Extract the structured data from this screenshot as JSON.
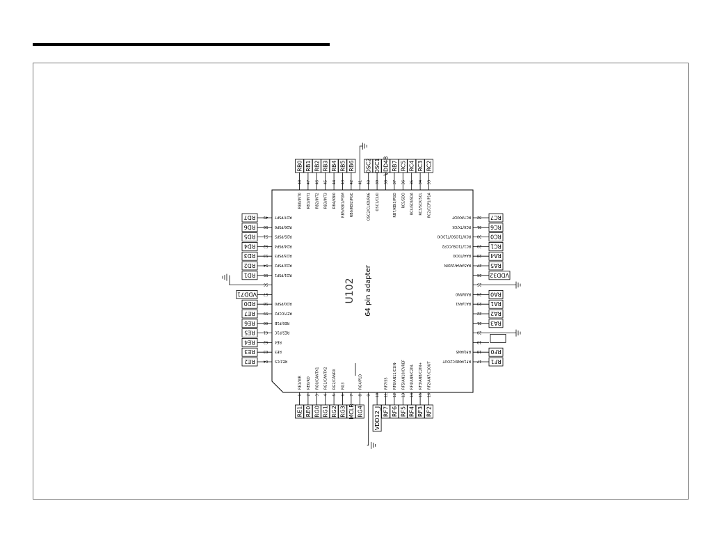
{
  "page": {
    "title_bar": ""
  },
  "chip": {
    "ref": "U102",
    "value": "64 pin adapter"
  },
  "top_pins": [
    {
      "num": "48",
      "label": "RB0/INT0",
      "net": "RB0"
    },
    {
      "num": "47",
      "label": "RB1/INT1",
      "net": "RB1"
    },
    {
      "num": "46",
      "label": "RB2/INT2",
      "net": "RB2"
    },
    {
      "num": "45",
      "label": "RB3/INT3",
      "net": "RB3"
    },
    {
      "num": "44",
      "label": "RB4/KBI0",
      "net": "RB4"
    },
    {
      "num": "43",
      "label": "RB5/KBI1/PGM",
      "net": "RB5"
    },
    {
      "num": "42",
      "label": "RB6/KBI2/PGC",
      "net": "RB6"
    },
    {
      "num": "41",
      "label": "",
      "net": ""
    },
    {
      "num": "40",
      "label": "OSC2/CLKO/RA6",
      "net": "OSC2"
    },
    {
      "num": "39",
      "label": "OSC1/CLKI",
      "net": "OSC1"
    },
    {
      "num": "38",
      "label": "",
      "net": "VDD48"
    },
    {
      "num": "37",
      "label": "RB7/KBI3/PGD",
      "net": "RB7"
    },
    {
      "num": "36",
      "label": "RC5/SDO",
      "net": "RC5"
    },
    {
      "num": "35",
      "label": "RC4/SDI/SDA",
      "net": "RC4"
    },
    {
      "num": "34",
      "label": "RC3/SCK/SCL",
      "net": "RC3"
    },
    {
      "num": "33",
      "label": "RC2/CCP1/P1A",
      "net": "RC2"
    }
  ],
  "left_pins": [
    {
      "num": "49",
      "label": "RD7/PSP7",
      "net": "RD7"
    },
    {
      "num": "50",
      "label": "RD6/PSP6",
      "net": "RD6"
    },
    {
      "num": "51",
      "label": "RD5/PSP5",
      "net": "RD5"
    },
    {
      "num": "52",
      "label": "RD4/PSP4",
      "net": "RD4"
    },
    {
      "num": "53",
      "label": "RD3/PSP3",
      "net": "RD3"
    },
    {
      "num": "54",
      "label": "RD2/PSP2",
      "net": "RD2"
    },
    {
      "num": "55",
      "label": "RD1/PSP1",
      "net": "RD1"
    },
    {
      "num": "56",
      "label": "",
      "net": ""
    },
    {
      "num": "57",
      "label": "",
      "net": "VDD71"
    },
    {
      "num": "58",
      "label": "RD0/PSP0",
      "net": "RD0"
    },
    {
      "num": "59",
      "label": "RE7/CCP2",
      "net": "RE7"
    },
    {
      "num": "60",
      "label": "RE6/P1B",
      "net": "RE6"
    },
    {
      "num": "61",
      "label": "RE5/P1C",
      "net": "RE5"
    },
    {
      "num": "62",
      "label": "RE4",
      "net": "RE4"
    },
    {
      "num": "63",
      "label": "RE3",
      "net": "RE3"
    },
    {
      "num": "64",
      "label": "RE2/CS",
      "net": "RE2"
    }
  ],
  "right_pins": [
    {
      "num": "32",
      "label": "RC7/RX/DT",
      "net": "RC7"
    },
    {
      "num": "31",
      "label": "RC6/TX/CK",
      "net": "RC6"
    },
    {
      "num": "30",
      "label": "RC0/T1OSO/T13CKI",
      "net": "RC0"
    },
    {
      "num": "29",
      "label": "RC1/T1OSI/CCP2",
      "net": "RC1"
    },
    {
      "num": "28",
      "label": "RA4/T0CKI",
      "net": "RA4"
    },
    {
      "num": "27",
      "label": "RA5/AN4/LVDIN",
      "net": "RA5"
    },
    {
      "num": "26",
      "label": "",
      "net": "VDD32"
    },
    {
      "num": "25",
      "label": "",
      "net": ""
    },
    {
      "num": "24",
      "label": "RA0/AN0",
      "net": "RA0"
    },
    {
      "num": "23",
      "label": "RA1/AN1",
      "net": "RA1"
    },
    {
      "num": "22",
      "label": "",
      "net": "RA2"
    },
    {
      "num": "21",
      "label": "",
      "net": "RA3"
    },
    {
      "num": "20",
      "label": "",
      "net": ""
    },
    {
      "num": "19",
      "label": "",
      "net": ""
    },
    {
      "num": "18",
      "label": "RF0/AN5",
      "net": "RF0"
    },
    {
      "num": "17",
      "label": "RF1/AN6/C2OUT",
      "net": "RF1"
    }
  ],
  "bottom_pins": [
    {
      "num": "1",
      "label": "RE1/WR",
      "net": "RE1"
    },
    {
      "num": "2",
      "label": "RE0/RD",
      "net": "RE0"
    },
    {
      "num": "3",
      "label": "RG0/CANTX1",
      "net": "RG0"
    },
    {
      "num": "4",
      "label": "RG1/CANTX2",
      "net": "RG1"
    },
    {
      "num": "5",
      "label": "RG2/CANRX",
      "net": "RG2"
    },
    {
      "num": "6",
      "label": "RG3",
      "net": "RG3"
    },
    {
      "num": "7",
      "label": "",
      "net": "MCLR"
    },
    {
      "num": "8",
      "label": "RG4/P1D",
      "net": "RG4"
    },
    {
      "num": "9",
      "label": "",
      "net": ""
    },
    {
      "num": "10",
      "label": "",
      "net": "VDD12_J"
    },
    {
      "num": "11",
      "label": "RF7/SS",
      "net": "RF7"
    },
    {
      "num": "12",
      "label": "RF6/AN11/C1IN-",
      "net": "RF6"
    },
    {
      "num": "13",
      "label": "RF5/AN10/CVREF",
      "net": "RF5"
    },
    {
      "num": "14",
      "label": "RF4/AN9/C2IN-",
      "net": "RF4"
    },
    {
      "num": "15",
      "label": "RF3/AN8/C2IN+",
      "net": "RF3"
    },
    {
      "num": "16",
      "label": "RF2/AN7/C1OUT",
      "net": "RF2"
    }
  ]
}
